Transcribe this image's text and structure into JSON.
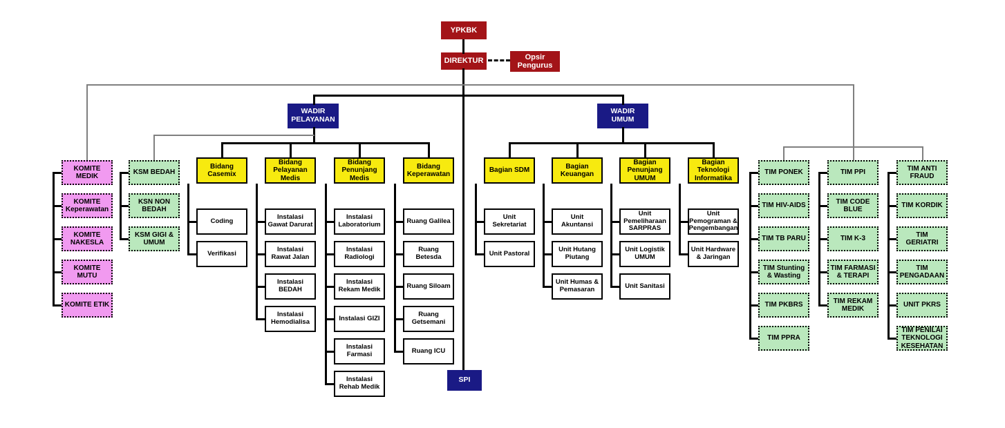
{
  "palette": {
    "red": "#A31418",
    "navy": "#1A1A85",
    "yellow": "#F7EA0F",
    "pink": "#F19AF0",
    "green": "#BAE8BD",
    "white": "#FFFFFF",
    "black_line": "#000000",
    "gray_line": "#7F7F7F"
  },
  "top": {
    "root": "YPKBK",
    "director": "DIREKTUR",
    "board": "Opsir Pengurus",
    "wadir_pelayanan": "WADIR PELAYANAN",
    "wadir_umum": "WADIR UMUM",
    "spi": "SPI"
  },
  "columns": [
    {
      "id": "komite",
      "style": "pink",
      "header": null,
      "items": [
        "KOMITE MEDIK",
        "KOMITE Keperawatan",
        "KOMITE NAKESLA",
        "KOMITE MUTU",
        "KOMITE ETIK"
      ]
    },
    {
      "id": "ksm",
      "style": "green",
      "header": null,
      "items": [
        "KSM BEDAH",
        "KSN NON BEDAH",
        "KSM GIGI & UMUM"
      ]
    },
    {
      "id": "casemix",
      "style": "white",
      "header": "Bidang Casemix",
      "items": [
        "Coding",
        "Verifikasi"
      ]
    },
    {
      "id": "pelayanan_medis",
      "style": "white",
      "header": "Bidang Pelayanan Medis",
      "items": [
        "Instalasi Gawat Darurat",
        "Instalasi Rawat Jalan",
        "Instalasi BEDAH",
        "Instalasi Hemodialisa"
      ]
    },
    {
      "id": "penunjang_medis",
      "style": "white",
      "header": "Bidang Penunjang Medis",
      "items": [
        "Instalasi Laboratorium",
        "Instalasi Radiologi",
        "Instalasi Rekam Medik",
        "Instalasi GIZI",
        "Instalasi Farmasi",
        "Instalasi Rehab Medik"
      ]
    },
    {
      "id": "keperawatan",
      "style": "white",
      "header": "Bidang Keperawatan",
      "items": [
        "Ruang Galilea",
        "Ruang Betesda",
        "Ruang Siloam",
        "Ruang Getsemani",
        "Ruang ICU"
      ]
    },
    {
      "id": "sdm",
      "style": "white",
      "header": "Bagian SDM",
      "items": [
        "Unit Sekretariat",
        "Unit Pastoral"
      ]
    },
    {
      "id": "keuangan",
      "style": "white",
      "header": "Bagian Keuangan",
      "items": [
        "Unit Akuntansi",
        "Unit Hutang Piutang",
        "Unit Humas & Pemasaran"
      ]
    },
    {
      "id": "penunjang_umum",
      "style": "white",
      "header": "Bagian Penunjang UMUM",
      "items": [
        "Unit Pemeliharaan SARPRAS",
        "Unit Logistik UMUM",
        "Unit Sanitasi"
      ]
    },
    {
      "id": "teknologi_informatika",
      "style": "white",
      "header": "Bagian Teknologi Informatika",
      "items": [
        "Unit Pemograman & Pengembangan",
        "Unit Hardware & Jaringan"
      ]
    },
    {
      "id": "tim_1",
      "style": "green",
      "header": null,
      "items": [
        "TIM PONEK",
        "TIM HIV-AIDS",
        "TIM TB PARU",
        "TIM Stunting & Wasting",
        "TIM PKBRS",
        "TIM PPRA"
      ]
    },
    {
      "id": "tim_2",
      "style": "green",
      "header": null,
      "items": [
        "TIM PPI",
        "TIM CODE BLUE",
        "TIM K-3",
        "TIM FARMASI & TERAPI",
        "TIM REKAM MEDIK"
      ]
    },
    {
      "id": "tim_3",
      "style": "green",
      "header": null,
      "items": [
        "TIM ANTI FRAUD",
        "TIM KORDIK",
        "TIM GERIATRI",
        "TIM PENGADAAN",
        "UNIT PKRS",
        "TIM PENILAI TEKNOLOGI KESEHATAN"
      ]
    }
  ]
}
